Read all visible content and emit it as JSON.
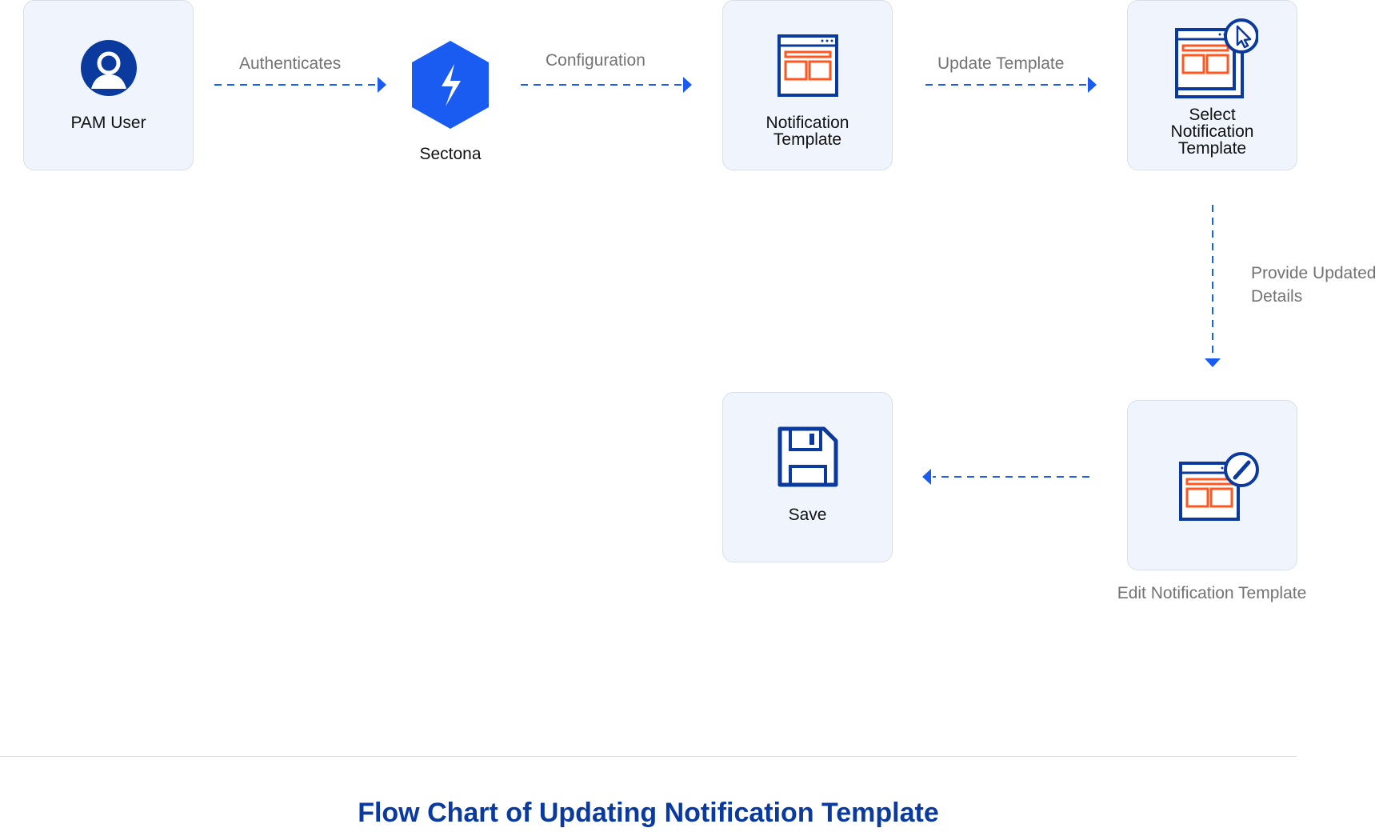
{
  "colors": {
    "node_fill": "#f0f5fd",
    "node_border": "#d9dfe8",
    "accent_blue": "#1a5cf2",
    "icon_navy": "#0a3a9e",
    "icon_orange": "#ff5722",
    "edge_label_gray": "#737373",
    "title_blue": "#0a3a9e"
  },
  "nodes": {
    "pam_user": {
      "label": "PAM User",
      "icon": "user-avatar-icon"
    },
    "sectona": {
      "label": "Sectona",
      "icon": "sectona-logo-hexagon"
    },
    "notification_template": {
      "label": "Notification\nTemplate",
      "icon": "browser-template-icon"
    },
    "select_template": {
      "label": "Select\nNotification\nTemplate",
      "icon": "browser-template-cursor-icon"
    },
    "edit_template": {
      "label": "Edit Notification Template",
      "icon": "browser-template-edit-icon"
    },
    "save": {
      "label": "Save",
      "icon": "floppy-disk-icon"
    }
  },
  "edges": {
    "authenticates": "Authenticates",
    "configuration": "Configuration",
    "update_template": "Update Template",
    "provide_details": "Provide Updated\nDetails",
    "save_edge": ""
  },
  "title": "Flow Chart of Updating Notification Template"
}
